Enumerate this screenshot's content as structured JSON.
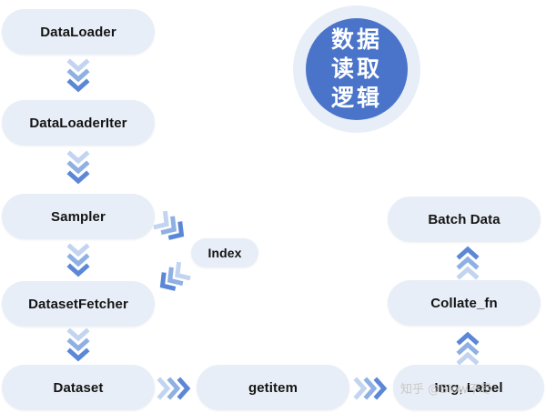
{
  "title": {
    "lines": [
      "数据",
      "读取",
      "逻辑"
    ]
  },
  "nodes": {
    "dataloader": "DataLoader",
    "dataloader_iter": "DataLoaderIter",
    "sampler": "Sampler",
    "index": "Index",
    "dataset_fetcher": "DatasetFetcher",
    "dataset": "Dataset",
    "getitem": "getitem",
    "img_label": "Img, Label",
    "collate_fn": "Collate_fn",
    "batch_data": "Batch Data"
  },
  "watermark": "知乎 @Blow不尽",
  "colors": {
    "node_fill": "#e8eef7",
    "arrow_light": "#a9c3ec",
    "arrow_dark": "#5b87d6",
    "circle_fill": "#4a74c9"
  }
}
